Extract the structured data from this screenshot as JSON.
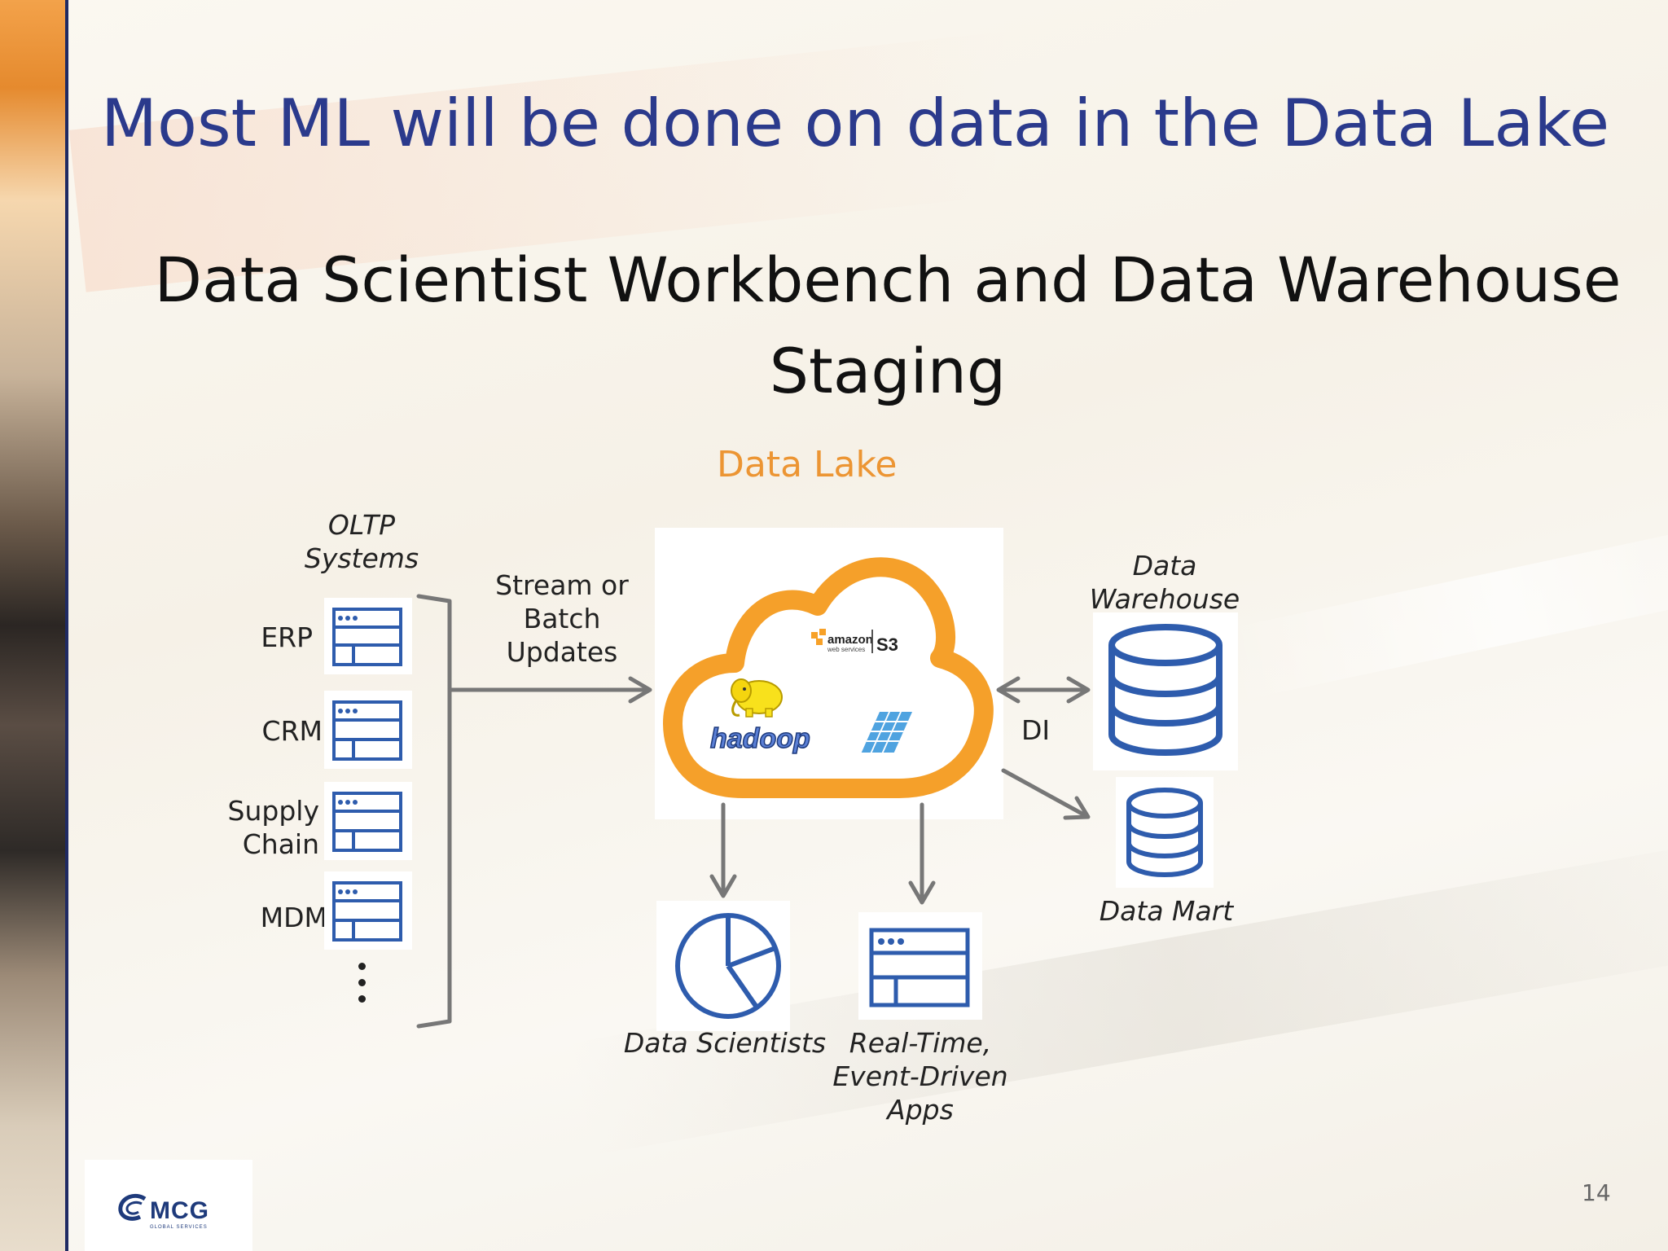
{
  "slide": {
    "title": "Most ML will be done on data in the Data Lake",
    "subtitle_line1": "Data Scientist Workbench and Data Warehouse",
    "subtitle_line2": "Staging",
    "page_number": "14"
  },
  "diagram": {
    "data_lake_label": "Data Lake",
    "oltp_label_line1": "OLTP",
    "oltp_label_line2": "Systems",
    "sources": [
      {
        "label_line1": "ERP",
        "label_line2": ""
      },
      {
        "label_line1": "CRM",
        "label_line2": ""
      },
      {
        "label_line1": "Supply",
        "label_line2": "Chain"
      },
      {
        "label_line1": "MDM",
        "label_line2": ""
      }
    ],
    "stream_label_line1": "Stream or",
    "stream_label_line2": "Batch",
    "stream_label_line3": "Updates",
    "cloud": {
      "aws_text": "amazon",
      "aws_sub": "web services",
      "s3_text": "S3",
      "hadoop_text": "hadoop"
    },
    "di_label": "DI",
    "warehouse_label_line1": "Data",
    "warehouse_label_line2": "Warehouse",
    "mart_label": "Data Mart",
    "scientists_label": "Data Scientists",
    "apps_label_line1": "Real-Time,",
    "apps_label_line2": "Event-Driven",
    "apps_label_line3": "Apps"
  },
  "logo": {
    "text": "MCG",
    "subtext": "GLOBAL SERVICES"
  },
  "colors": {
    "title_blue": "#2b3a8c",
    "icon_blue": "#2e5cad",
    "cloud_orange": "#f5a02a",
    "lake_label_orange": "#ec9533",
    "arrow_gray": "#777777"
  }
}
